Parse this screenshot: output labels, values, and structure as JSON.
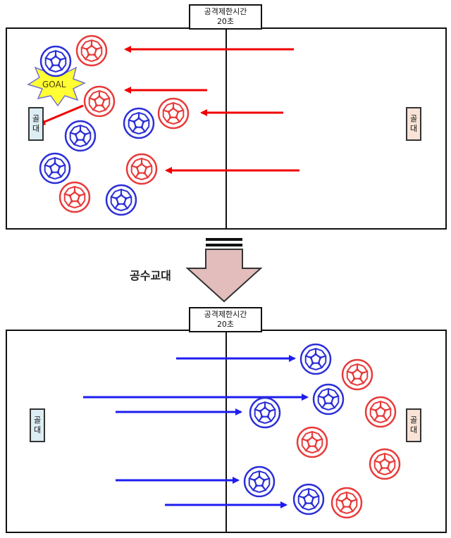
{
  "top_panel": {
    "timer_line1": "공격제한시간",
    "timer_line2": "20초",
    "left_goal": [
      "골",
      "대"
    ],
    "right_goal": [
      "골",
      "대"
    ],
    "goal_text": "GOAL"
  },
  "swap": {
    "label": "공수교대"
  },
  "bottom_panel": {
    "timer_line1": "공격제한시간",
    "timer_line2": "20초",
    "left_goal": [
      "골",
      "대"
    ],
    "right_goal": [
      "골",
      "대"
    ]
  },
  "colors": {
    "red_team": "#e83a3a",
    "blue_team": "#2b2fd6",
    "red_arrow": "#f00000",
    "blue_arrow": "#1d1df0",
    "left_goal_fill": "#dcedf3",
    "right_goal_fill": "#f8e3d6",
    "swap_arrow_fill": "#e3bcbc",
    "goal_star_fill": "#ffff33"
  }
}
